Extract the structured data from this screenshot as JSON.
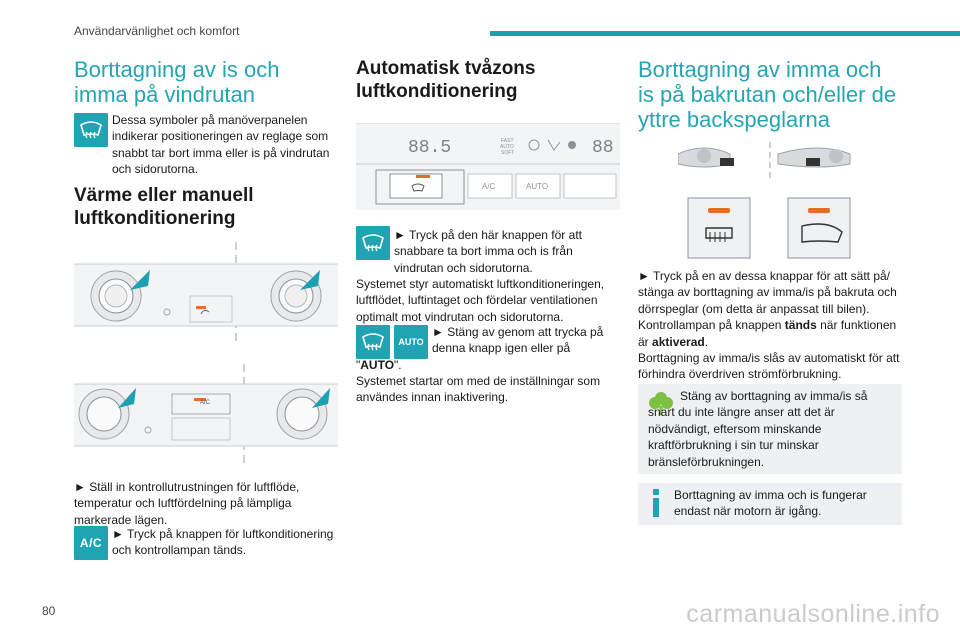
{
  "header": {
    "section_title": "Användarvänlighet och komfort",
    "accent_color": "#1ba1b0"
  },
  "col1": {
    "heading1": "Borttagning av is och imma på vindrutan",
    "para1": "Dessa symboler på manöverpanelen indikerar positioneringen av reglage som snabbt tar bort imma eller is på vindrutan och sidorutorna.",
    "heading2": "Värme eller manuell luftkonditionering",
    "para2": "► Ställ in kontrollutrustningen för luftflöde, temperatur och luftfördelning på lämpliga markerade lägen.",
    "ac_label": "A/C",
    "para3": "► Tryck på knappen för luftkonditionering och kontrollampan tänds.",
    "panel_ac_label": "A/C"
  },
  "col2": {
    "heading": "Automatisk tvåzons luftkonditionering",
    "panel_display_left": "88.5",
    "panel_display_right": "88",
    "panel_fast_labels": [
      "FAST",
      "AUTO",
      "SOFT"
    ],
    "panel_ac": "A/C",
    "panel_auto": "AUTO",
    "para1": "► Tryck på den här knappen för att snabbare ta bort imma och is från vindrutan och sidorutorna.",
    "para2": "Systemet styr automatiskt luftkonditioneringen, luftflödet, luftintaget och fördelar ventilationen optimalt mot vindrutan och sidorutorna.",
    "auto_label": "AUTO",
    "para3_line": "► Stäng av genom att trycka på denna knapp igen eller på",
    "para3_quote_open": "\"",
    "para3_bold": "AUTO",
    "para3_quote_close": "\".",
    "para4": "Systemet startar om med de inställningar som användes innan inaktivering."
  },
  "col3": {
    "heading": "Borttagning av imma och is på bakrutan och/eller de yttre backspeglarna",
    "para1_a": "► Tryck på en av dessa knappar för att sätt på/ stänga av borttagning av imma/is på bakruta och dörrspeglar (om detta är anpassat till bilen). Kontrollampan på knappen ",
    "para1_bold1": "tänds",
    "para1_b": " när funktionen är ",
    "para1_bold2": "aktiverad",
    "para1_c": ".",
    "para2": "Borttagning av imma/is slås av automatiskt för att förhindra överdriven strömförbrukning.",
    "eco_note": "Stäng av borttagning av imma/is så snart du inte längre anser att det är nödvändigt, eftersom minskande kraftförbrukning i sin tur minskar bränsleförbrukningen.",
    "info_note": "Borttagning av imma och is fungerar endast när motorn är igång."
  },
  "footer": {
    "page_number": "80",
    "watermark": "carmanualsonline.info"
  }
}
